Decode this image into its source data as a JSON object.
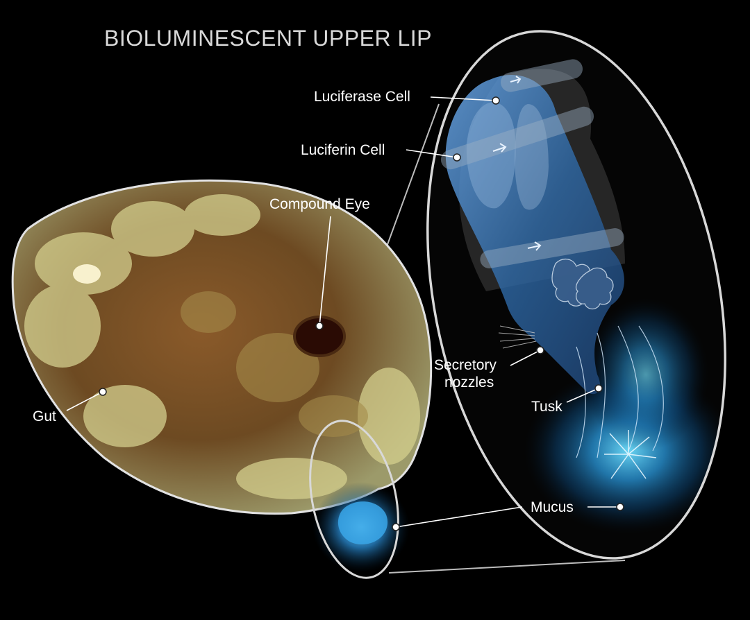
{
  "title": "BIOLUMINESCENT UPPER LIP",
  "labels": {
    "luciferase_cell": "Luciferase Cell",
    "luciferin_cell": "Luciferin Cell",
    "compound_eye": "Compound Eye",
    "secretory_line1": "Secretory",
    "secretory_line2": "nozzles",
    "tusk": "Tusk",
    "gut": "Gut",
    "mucus": "Mucus"
  },
  "colors": {
    "background": "#000000",
    "shell_light": "#c9c48a",
    "shell_brown": "#6b4520",
    "glow_blue": "#37b7ff",
    "lip_blue": "#4a7fbf",
    "outline": "#d8d8d8"
  }
}
